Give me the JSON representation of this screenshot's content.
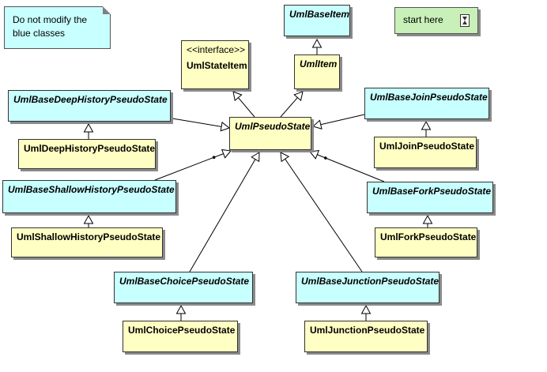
{
  "note": {
    "lines": [
      "Do not modify the",
      "blue classes"
    ]
  },
  "start": {
    "label": "start here"
  },
  "classes": {
    "base_item": "UmlBaseItem",
    "item": "UmlItem",
    "state_item_stereotype": "<<interface>>",
    "state_item": "UmlStateItem",
    "pseudo_state": "UmlPseudoState",
    "base_deep_history": "UmlBaseDeepHistoryPseudoState",
    "deep_history": "UmlDeepHistoryPseudoState",
    "base_shallow_history": "UmlBaseShallowHistoryPseudoState",
    "shallow_history": "UmlShallowHistoryPseudoState",
    "base_join": "UmlBaseJoinPseudoState",
    "join": "UmlJoinPseudoState",
    "base_fork": "UmlBaseForkPseudoState",
    "fork": "UmlForkPseudoState",
    "base_choice": "UmlBaseChoicePseudoState",
    "choice": "UmlChoicePseudoState",
    "base_junction": "UmlBaseJunctionPseudoState",
    "junction": "UmlJunctionPseudoState"
  },
  "colors": {
    "base_class_fill": "#c8ffff",
    "class_fill": "#ffffc4",
    "start_fill": "#c8f0b8",
    "line": "#000000"
  }
}
